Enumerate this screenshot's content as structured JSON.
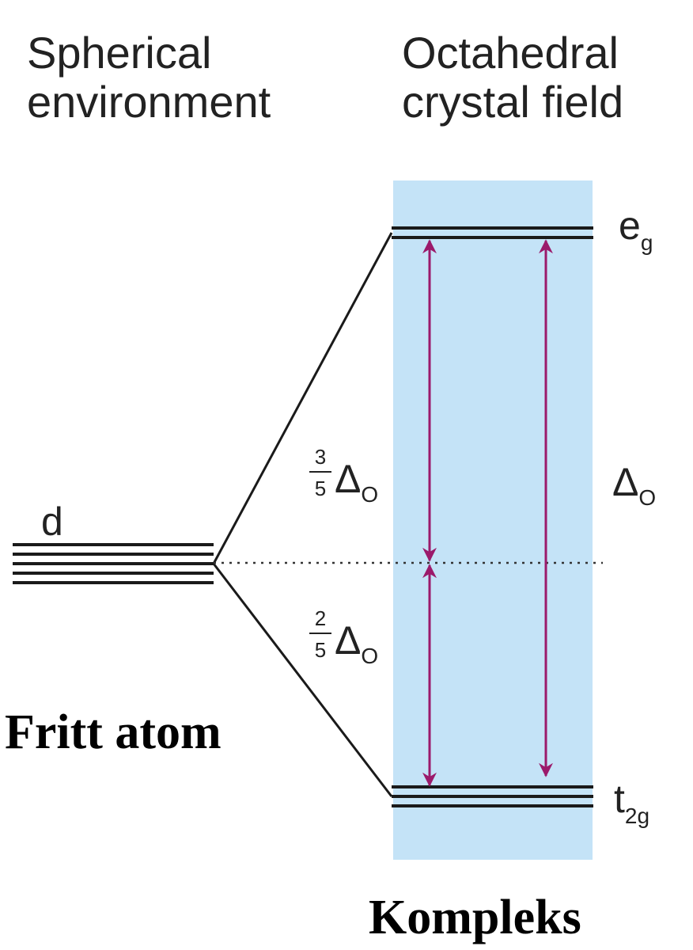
{
  "headings": {
    "left": [
      "Spherical",
      "environment"
    ],
    "right": [
      "Octahedral",
      "crystal field"
    ]
  },
  "levels": {
    "d": "d",
    "eg": {
      "main": "e",
      "sub": "g"
    },
    "t2g": {
      "main": "t",
      "sub": "2g"
    }
  },
  "energies": {
    "upper": {
      "num": "3",
      "den": "5",
      "symbol": "Δ",
      "sub": "O"
    },
    "lower": {
      "num": "2",
      "den": "5",
      "symbol": "Δ",
      "sub": "O"
    },
    "total": {
      "symbol": "Δ",
      "sub": "O"
    }
  },
  "captions": {
    "free_atom": "Fritt atom",
    "complex": "Kompleks"
  },
  "colors": {
    "field_box": "#c4e3f7",
    "arrow": "#9b1a6b",
    "line": "#1a1a1a"
  }
}
